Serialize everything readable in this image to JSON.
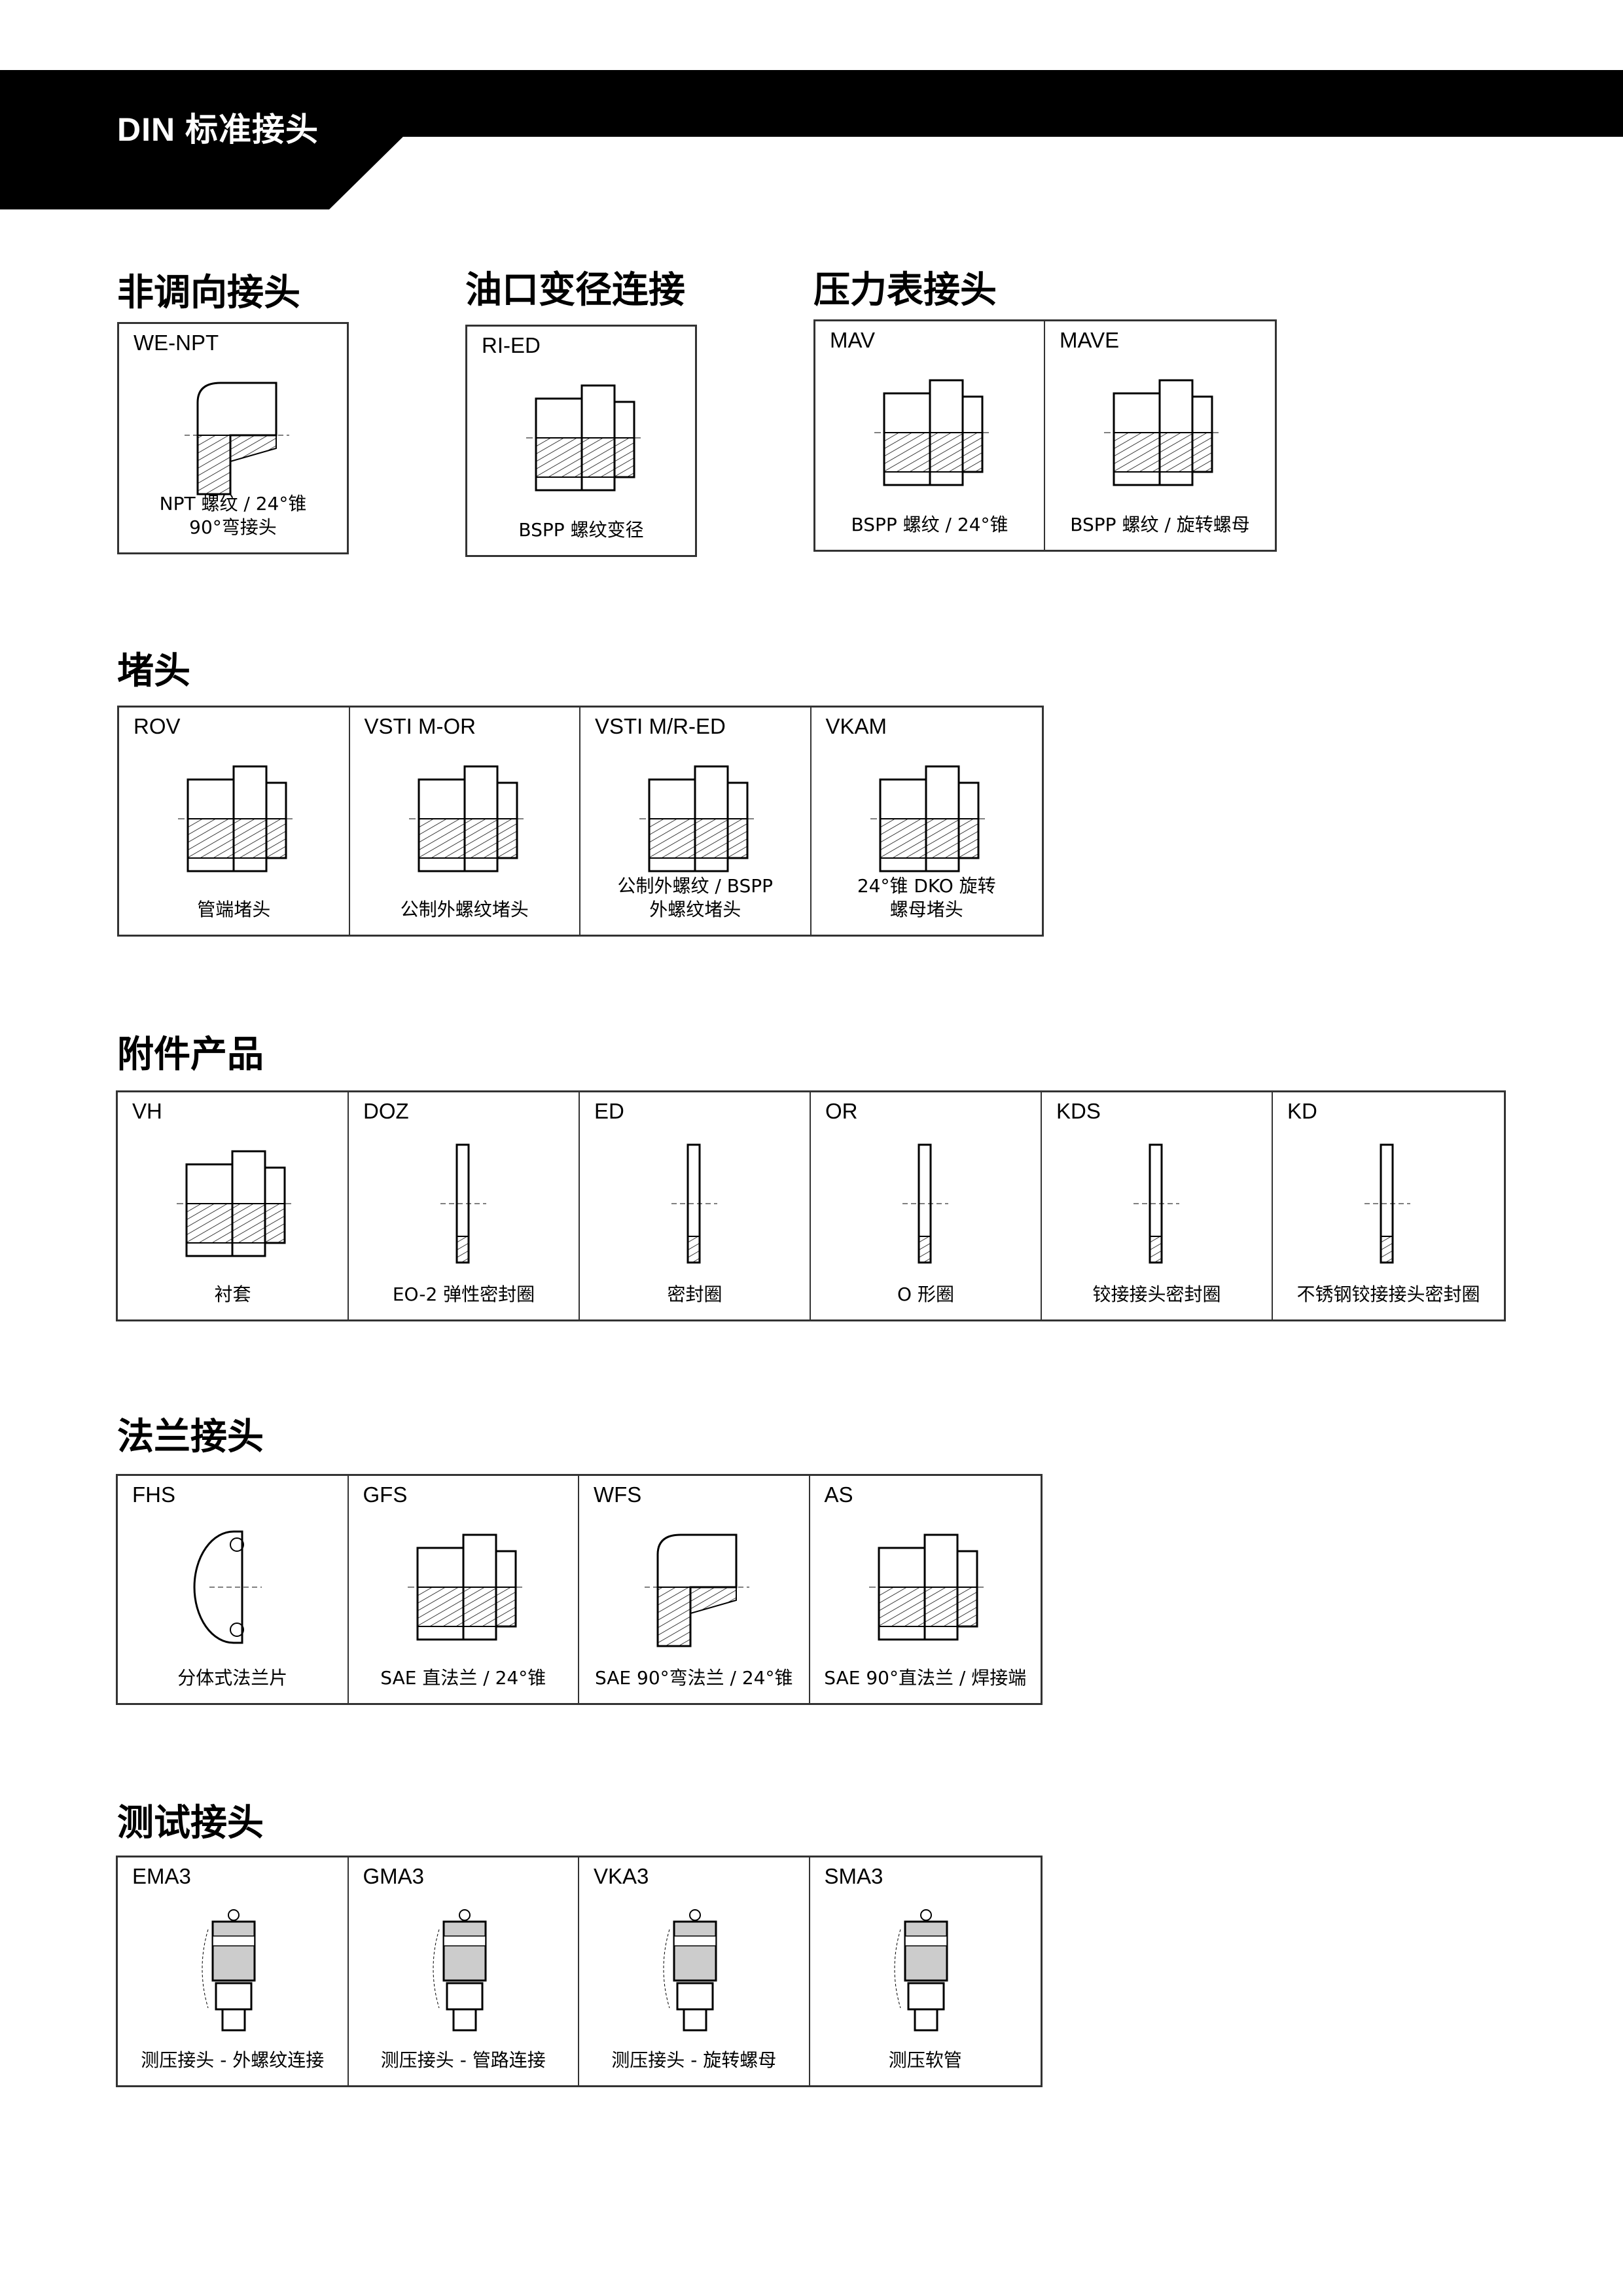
{
  "header": {
    "title": "DIN 标准接头"
  },
  "sections": [
    {
      "title": "非调向接头",
      "items": [
        {
          "code": "WE-NPT",
          "caption": [
            "NPT 螺纹 / 24°锥",
            "90°弯接头"
          ],
          "icon": "elbow-fitting-drawing"
        }
      ]
    },
    {
      "title": "油口变径连接",
      "items": [
        {
          "code": "RI-ED",
          "caption": [
            "BSPP 螺纹变径"
          ],
          "icon": "reducer-fitting-drawing"
        }
      ]
    },
    {
      "title": "压力表接头",
      "items": [
        {
          "code": "MAV",
          "caption": [
            "BSPP 螺纹 / 24°锥"
          ],
          "icon": "gauge-fitting-drawing"
        },
        {
          "code": "MAVE",
          "caption": [
            "BSPP 螺纹 / 旋转螺母"
          ],
          "icon": "gauge-swivel-fitting-drawing"
        }
      ]
    },
    {
      "title": "堵头",
      "items": [
        {
          "code": "ROV",
          "caption": [
            "管端堵头"
          ],
          "icon": "tube-end-plug-drawing"
        },
        {
          "code": "VSTI M-OR",
          "caption": [
            "公制外螺纹堵头"
          ],
          "icon": "metric-plug-drawing"
        },
        {
          "code": "VSTI M/R-ED",
          "caption": [
            "公制外螺纹 / BSPP",
            "外螺纹堵头"
          ],
          "icon": "bspp-plug-drawing"
        },
        {
          "code": "VKAM",
          "caption": [
            "24°锥 DKO 旋转",
            "螺母堵头"
          ],
          "icon": "swivel-nut-plug-drawing"
        }
      ]
    },
    {
      "title": "附件产品",
      "items": [
        {
          "code": "VH",
          "caption": [
            "衬套"
          ],
          "icon": "sleeve-drawing"
        },
        {
          "code": "DOZ",
          "caption": [
            "EO-2 弹性密封圈"
          ],
          "icon": "seal-ring-drawing"
        },
        {
          "code": "ED",
          "caption": [
            "密封圈"
          ],
          "icon": "seal-drawing"
        },
        {
          "code": "OR",
          "caption": [
            "O 形圈"
          ],
          "icon": "o-ring-drawing"
        },
        {
          "code": "KDS",
          "caption": [
            "铰接接头密封圈"
          ],
          "icon": "banjo-seal-drawing"
        },
        {
          "code": "KD",
          "caption": [
            "不锈钢铰接接头密封圈"
          ],
          "icon": "stainless-banjo-seal-drawing"
        }
      ]
    },
    {
      "title": "法兰接头",
      "items": [
        {
          "code": "FHS",
          "caption": [
            "分体式法兰片"
          ],
          "icon": "split-flange-drawing"
        },
        {
          "code": "GFS",
          "caption": [
            "SAE 直法兰 / 24°锥"
          ],
          "icon": "straight-flange-drawing"
        },
        {
          "code": "WFS",
          "caption": [
            "SAE 90°弯法兰 / 24°锥"
          ],
          "icon": "elbow-flange-drawing"
        },
        {
          "code": "AS",
          "caption": [
            "SAE 90°直法兰 / 焊接端"
          ],
          "icon": "weld-flange-drawing"
        }
      ]
    },
    {
      "title": "测试接头",
      "items": [
        {
          "code": "EMA3",
          "caption": [
            "测压接头 - 外螺纹连接"
          ],
          "icon": "test-point-male-drawing"
        },
        {
          "code": "GMA3",
          "caption": [
            "测压接头 - 管路连接"
          ],
          "icon": "test-point-tube-drawing"
        },
        {
          "code": "VKA3",
          "caption": [
            "测压接头 - 旋转螺母"
          ],
          "icon": "test-point-swivel-drawing"
        },
        {
          "code": "SMA3",
          "caption": [
            "测压软管"
          ],
          "icon": "test-hose-drawing"
        }
      ]
    }
  ]
}
